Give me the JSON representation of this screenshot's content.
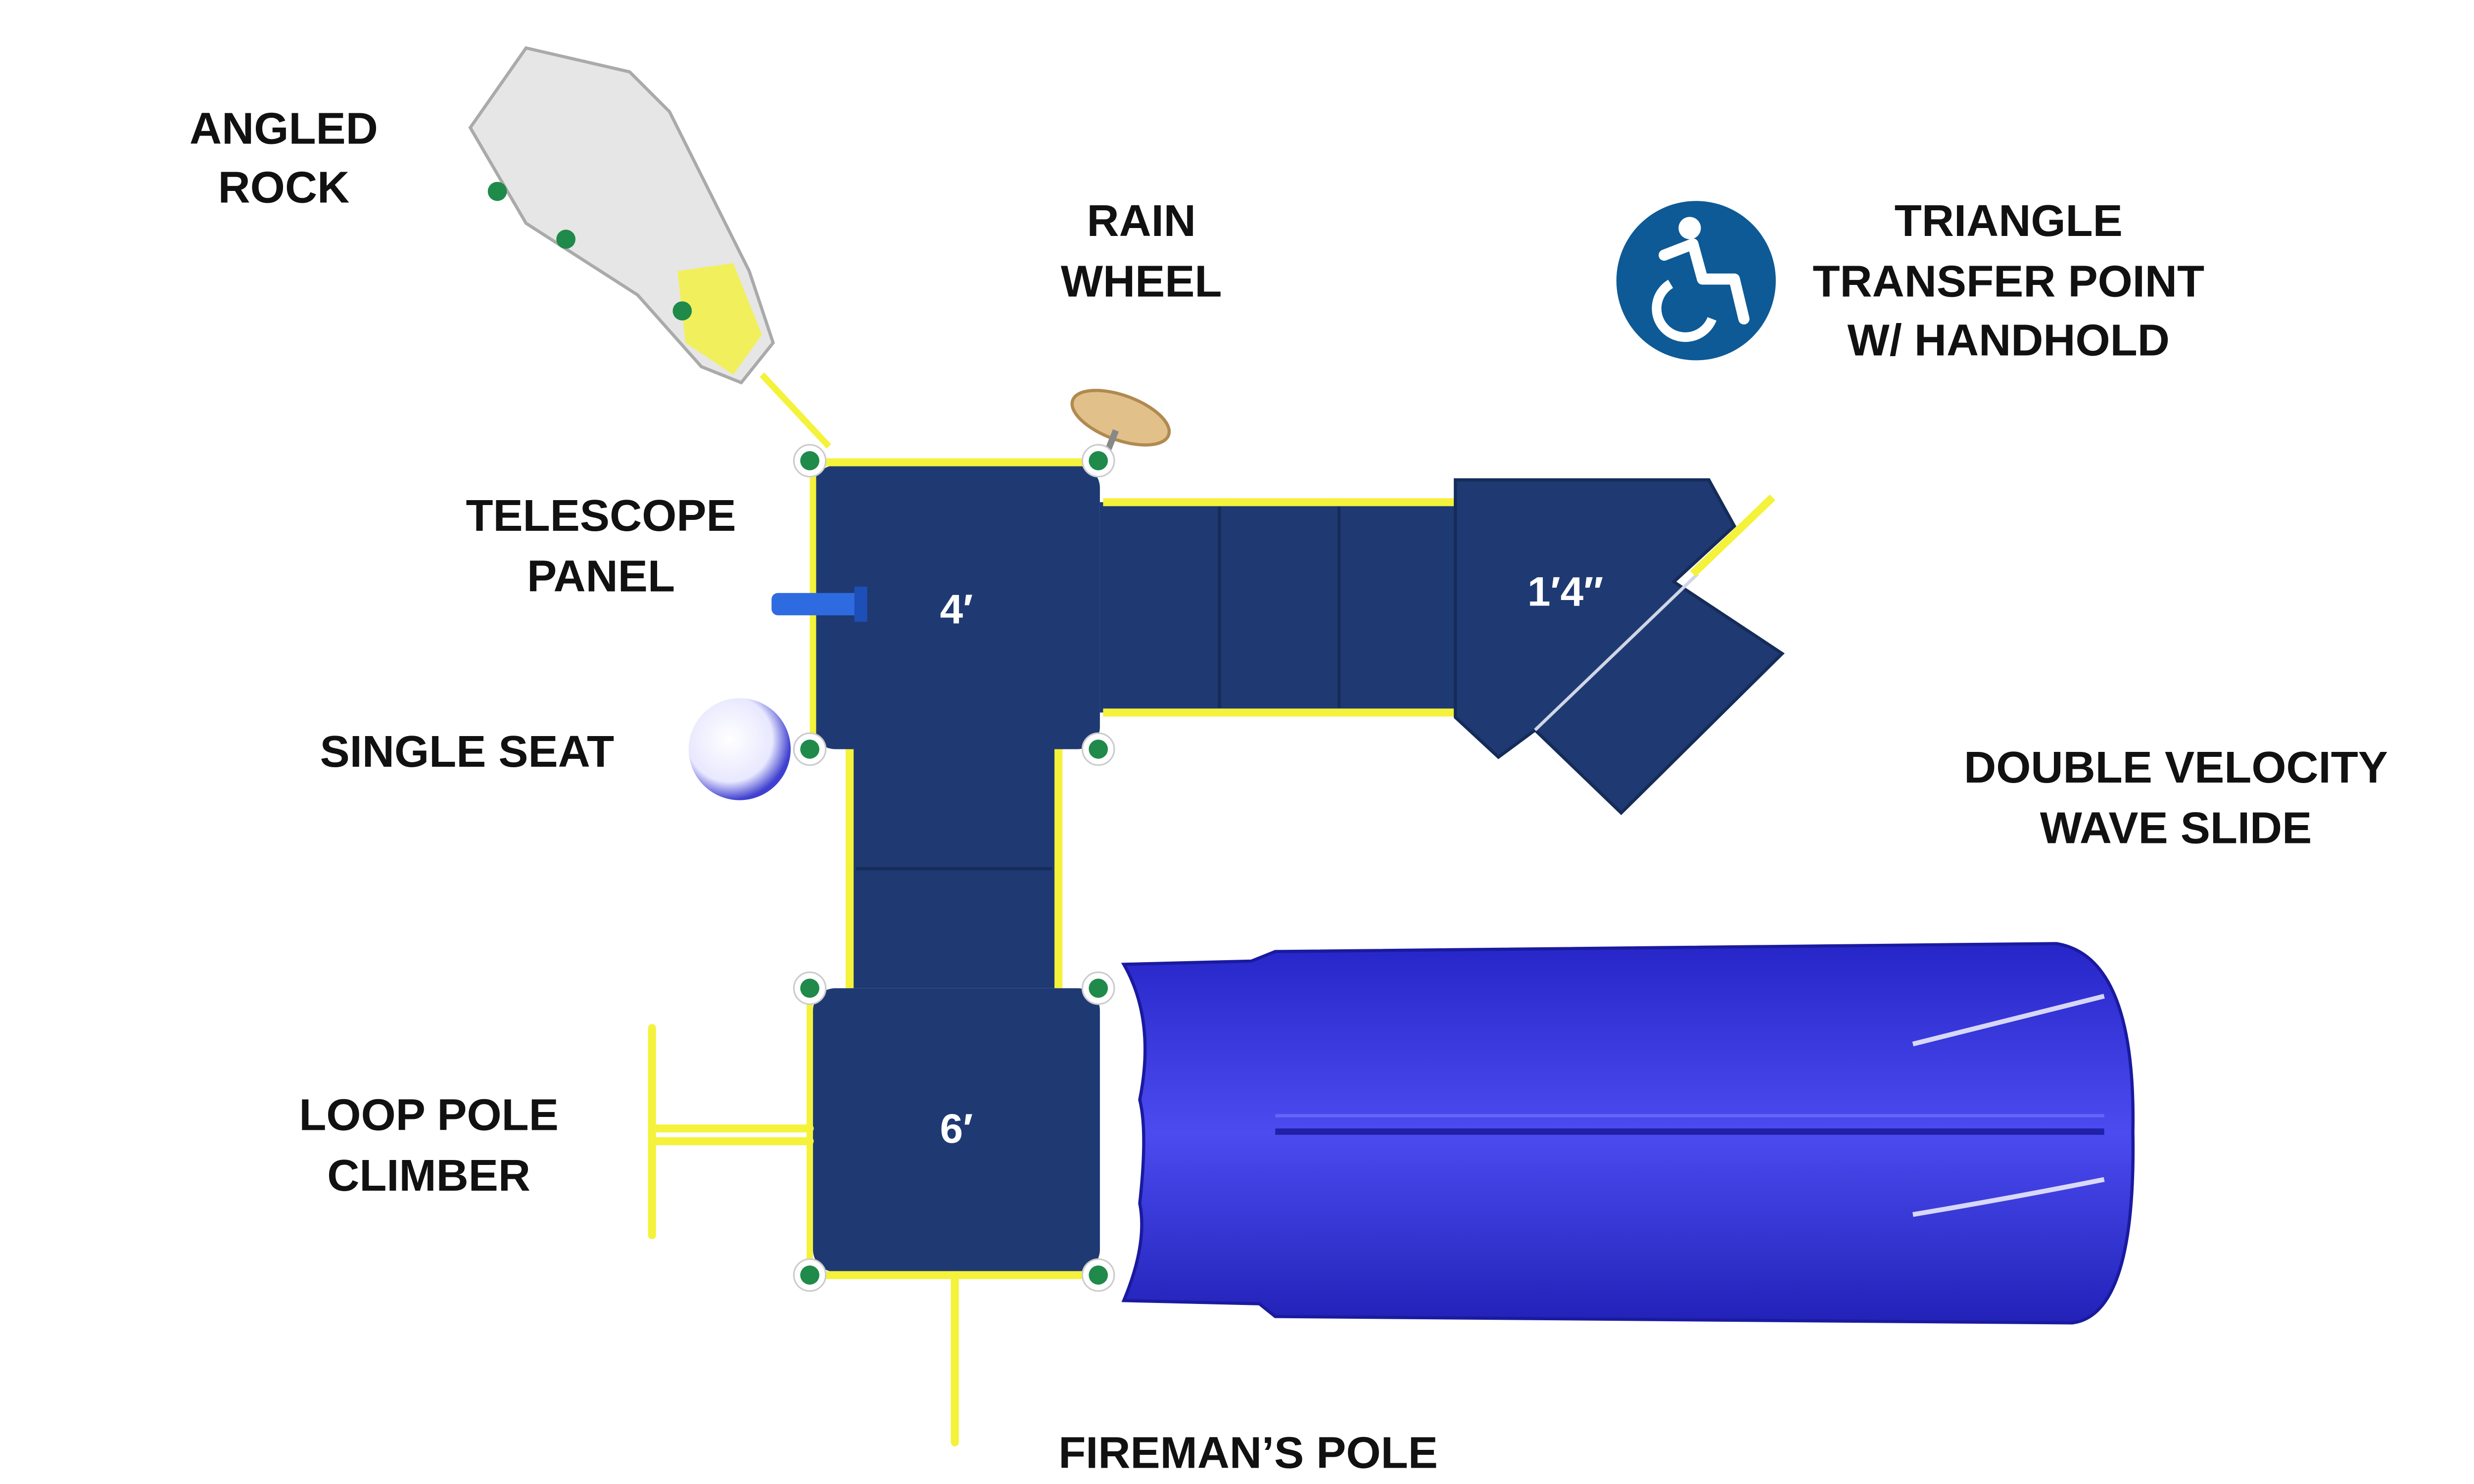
{
  "labels": {
    "angled_rock": [
      "ANGLED",
      "ROCK"
    ],
    "rain_wheel": [
      "RAIN",
      "WHEEL"
    ],
    "triangle_transfer": [
      "TRIANGLE",
      "TRANSFER POINT",
      "W/ HANDHOLD"
    ],
    "telescope_panel": [
      "TELESCOPE",
      "PANEL"
    ],
    "single_seat": "SINGLE SEAT",
    "double_velocity_slide": [
      "DOUBLE VELOCITY",
      "WAVE SLIDE"
    ],
    "loop_pole_climber": [
      "LOOP POLE",
      "CLIMBER"
    ],
    "firemans_pole": "FIREMAN’S POLE"
  },
  "decks": {
    "deck_upper": "4′",
    "transfer": "1′4″",
    "deck_lower": "6′"
  },
  "icons": {
    "accessibility": "wheelchair-icon"
  },
  "colors": {
    "deck": "#1f3a72",
    "rail": "#f4f23a",
    "slide": "#3434e0",
    "post": "#1f8a4a",
    "accessibility_bg": "#0d5a96"
  }
}
